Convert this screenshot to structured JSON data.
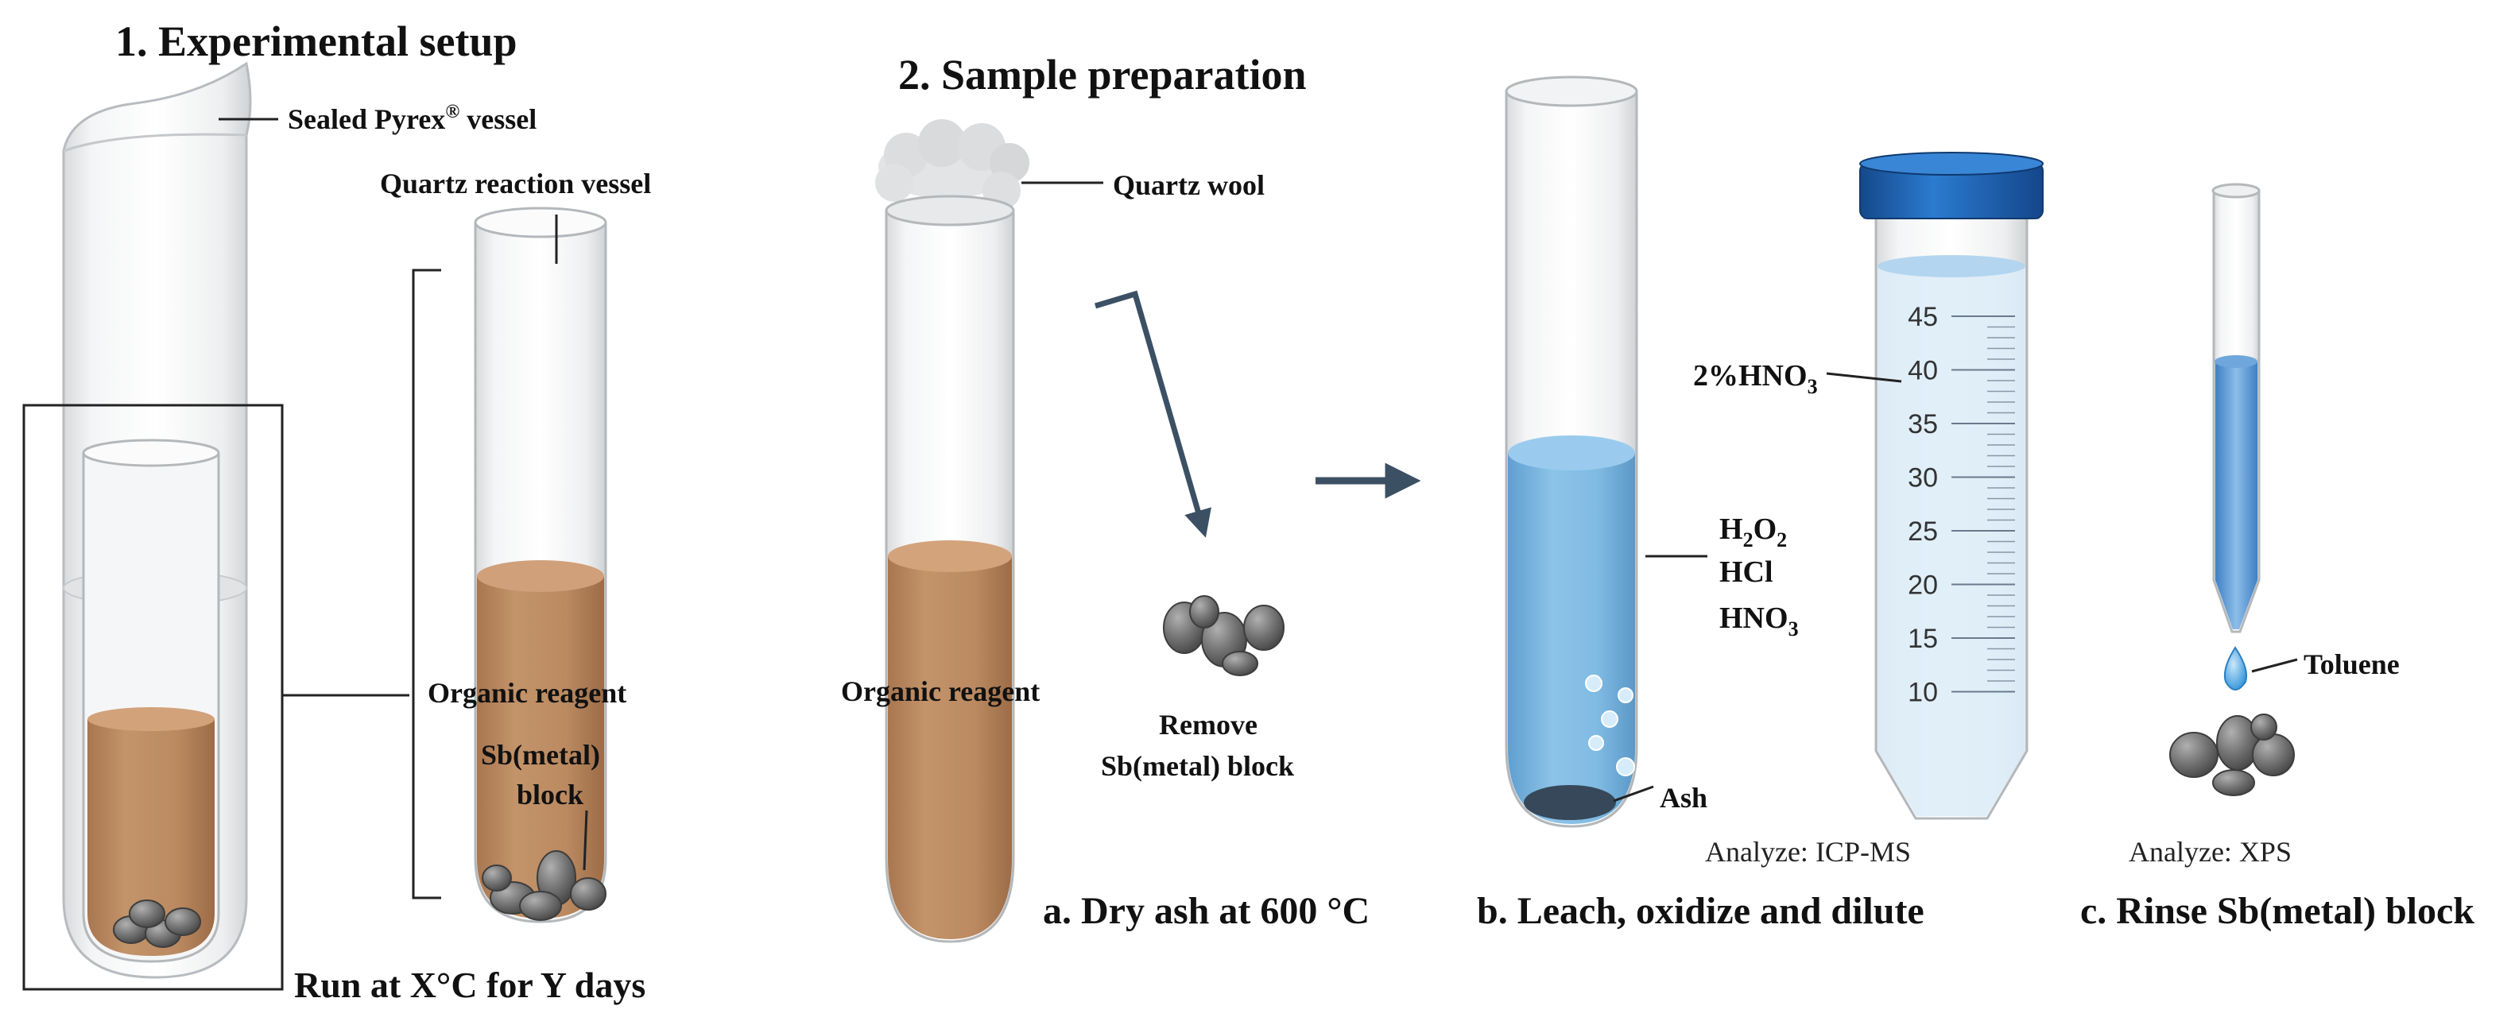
{
  "sections": {
    "setup_title": "1. Experimental setup",
    "prep_title": "2. Sample preparation"
  },
  "labels": {
    "pyrex": "Sealed Pyrex",
    "pyrex_reg": "®",
    "pyrex_suffix": " vessel",
    "quartz_reaction": "Quartz reaction vessel",
    "organic_reagent_1": "Organic reagent",
    "sb_block_l1": "Sb(metal)",
    "sb_block_l2": "block",
    "run": "Run at X°C for Y days",
    "quartz_wool": "Quartz wool",
    "organic_reagent_2": "Organic reagent",
    "remove_l1": "Remove",
    "remove_l2": "Sb(metal) block",
    "hno3_pct": "2%HNO",
    "hno3_pct_sub": "3",
    "h2o2_main": "H",
    "h2o2_sub1": "2",
    "h2o2_o": "O",
    "h2o2_sub2": "2",
    "hcl": "HCl",
    "hno3_main": "HNO",
    "hno3_sub": "3",
    "ash": "Ash",
    "toluene": "Toluene",
    "analyze_icp": "Analyze: ICP-MS",
    "analyze_xps": "Analyze: XPS"
  },
  "steps": {
    "a": "a. Dry ash at 600 °C",
    "b": "b. Leach, oxidize and dilute",
    "c": "c. Rinse Sb(metal) block"
  },
  "scale_ticks": [
    "45",
    "40",
    "35",
    "30",
    "25",
    "20",
    "15",
    "10"
  ],
  "colors": {
    "reagent": "#b9875f",
    "acid": "#7fb8e0",
    "cap": "#1f64b3",
    "arrow": "#3c5064",
    "metal": "#6d6d6d"
  }
}
